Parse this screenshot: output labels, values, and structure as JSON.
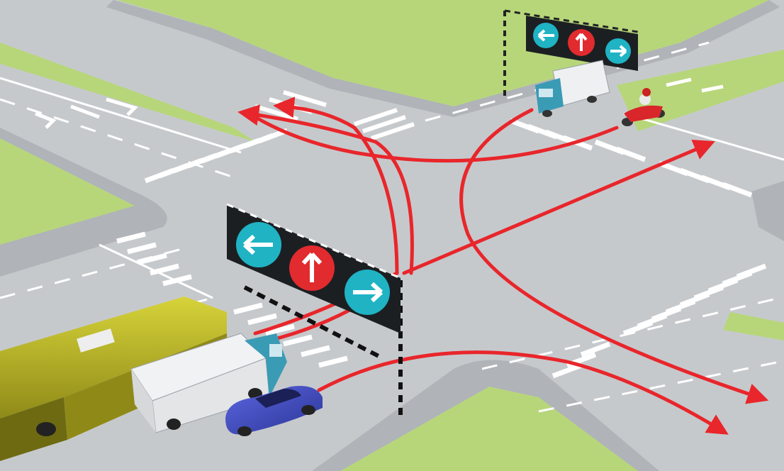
{
  "scene": {
    "type": "traffic-intersection-illustration",
    "colors": {
      "asphalt": "#c6c9cc",
      "asphalt_dark": "#b9bcc0",
      "sidewalk": "#b0b3b8",
      "grass": "#b7d67a",
      "lane_marking": "#ffffff",
      "path_arrow": "#e8262b",
      "sign_panel": "#1c1f22",
      "sign_blue": "#1fb3c4",
      "sign_red": "#e12b2f",
      "bus": "#b9b526",
      "truck_cab": "#3a9bb5",
      "car": "#3e4cc4",
      "motorbike": "#d8262b"
    },
    "signs": [
      {
        "name": "front-signal-gantry",
        "lights": [
          "left-arrow-icon",
          "up-arrow-icon",
          "right-arrow-icon"
        ]
      },
      {
        "name": "back-signal-gantry",
        "lights": [
          "left-arrow-icon",
          "up-arrow-icon",
          "right-arrow-icon"
        ]
      }
    ],
    "vehicles": [
      "bus",
      "truck",
      "car",
      "truck",
      "motorbike"
    ],
    "path_count": 8
  }
}
